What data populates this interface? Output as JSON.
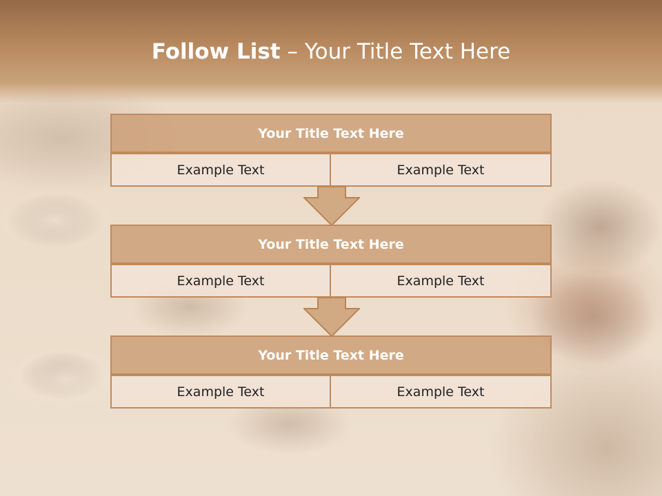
{
  "slide": {
    "title_bold": "Follow List",
    "title_rest": "– Your Title Text Here"
  },
  "blocks": [
    {
      "title": "Your Title Text Here",
      "left_text": "Example Text",
      "right_text": "Example Text"
    },
    {
      "title": "Your Title Text Here",
      "left_text": "Example Text",
      "right_text": "Example Text"
    },
    {
      "title": "Your Title Text Here",
      "left_text": "Example Text",
      "right_text": "Example Text"
    }
  ],
  "colors": {
    "header": "#b9895f",
    "block_title_fill": "#cda078",
    "block_border": "#c08a5c",
    "cell_fill": "#f1e2d6",
    "arrow_fill": "#d1a983"
  },
  "icons": [
    "down-arrow-icon",
    "down-arrow-icon"
  ]
}
